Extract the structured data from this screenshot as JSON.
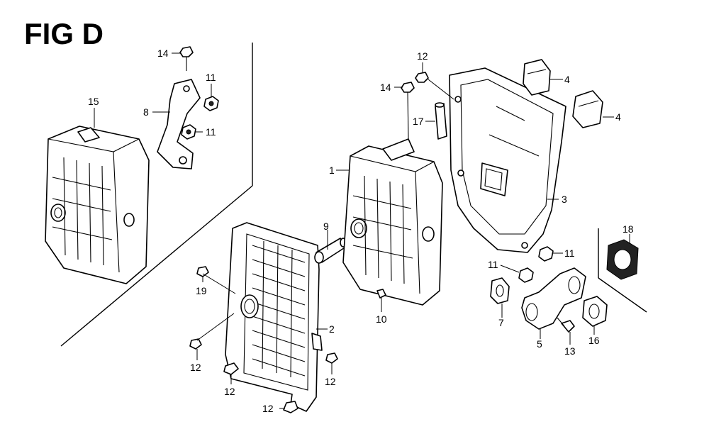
{
  "figure": {
    "title": "FIG D"
  },
  "callouts": [
    {
      "id": "c14a",
      "text": "14"
    },
    {
      "id": "c11a",
      "text": "11"
    },
    {
      "id": "c8",
      "text": "8"
    },
    {
      "id": "c11b",
      "text": "11"
    },
    {
      "id": "c15",
      "text": "15"
    },
    {
      "id": "c12a",
      "text": "12"
    },
    {
      "id": "c14b",
      "text": "14"
    },
    {
      "id": "c17",
      "text": "17"
    },
    {
      "id": "c4a",
      "text": "4"
    },
    {
      "id": "c4b",
      "text": "4"
    },
    {
      "id": "c1",
      "text": "1"
    },
    {
      "id": "c3",
      "text": "3"
    },
    {
      "id": "c9",
      "text": "9"
    },
    {
      "id": "c18",
      "text": "18"
    },
    {
      "id": "c11c",
      "text": "11"
    },
    {
      "id": "c11d",
      "text": "11"
    },
    {
      "id": "c19",
      "text": "19"
    },
    {
      "id": "c10",
      "text": "10"
    },
    {
      "id": "c7",
      "text": "7"
    },
    {
      "id": "c2",
      "text": "2"
    },
    {
      "id": "c5",
      "text": "5"
    },
    {
      "id": "c13",
      "text": "13"
    },
    {
      "id": "c16",
      "text": "16"
    },
    {
      "id": "c12b",
      "text": "12"
    },
    {
      "id": "c12c",
      "text": "12"
    },
    {
      "id": "c12d",
      "text": "12"
    },
    {
      "id": "c12e",
      "text": "12"
    }
  ]
}
